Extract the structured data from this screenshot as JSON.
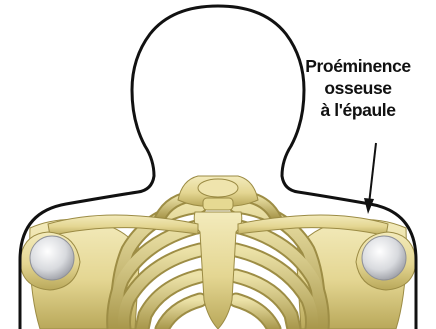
{
  "annotation": {
    "lines": [
      "Proéminence",
      "osseuse",
      "à l'épaule"
    ]
  },
  "colors": {
    "bone": "#e8dc9b",
    "bone_shadow": "#b5a65a",
    "bone_dark": "#8c7d38",
    "joint": "#d9dbe0",
    "outline": "#111111"
  },
  "icons": {
    "arrow": "arrow-pointer-icon"
  }
}
